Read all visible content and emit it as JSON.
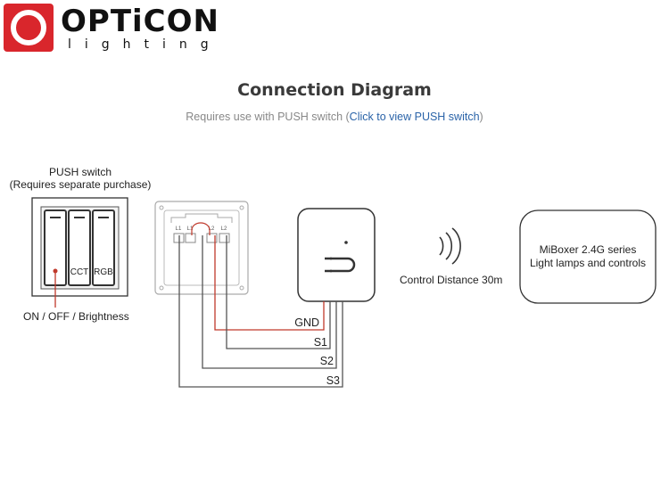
{
  "brand": {
    "name": "OPTiCON",
    "tagline": "lighting",
    "accent": "#d9262c"
  },
  "title": "Connection Diagram",
  "subtitle": {
    "prefix": "Requires use with PUSH switch (",
    "link": "Click to view PUSH switch",
    "suffix": ")"
  },
  "push_switch": {
    "title": "PUSH switch",
    "note": "(Requires separate purchase)",
    "buttons": [
      "",
      "CCT",
      "RGB"
    ],
    "caption": "ON / OFF / Brightness"
  },
  "panel_terminals": [
    "L1",
    "L1",
    "L2",
    "L2"
  ],
  "wires": [
    "GND",
    "S1",
    "S2",
    "S3"
  ],
  "remote_caption": "Control Distance 30m",
  "miboxer": {
    "line1": "MiBoxer 2.4G series",
    "line2": "Light lamps and controls"
  },
  "colors": {
    "wire": "#555555",
    "gnd_wire": "#c0392b",
    "box_stroke": "#333333"
  },
  "icons": [
    "signal-waves-icon",
    "receiver-module-icon",
    "logo-ring-icon"
  ]
}
